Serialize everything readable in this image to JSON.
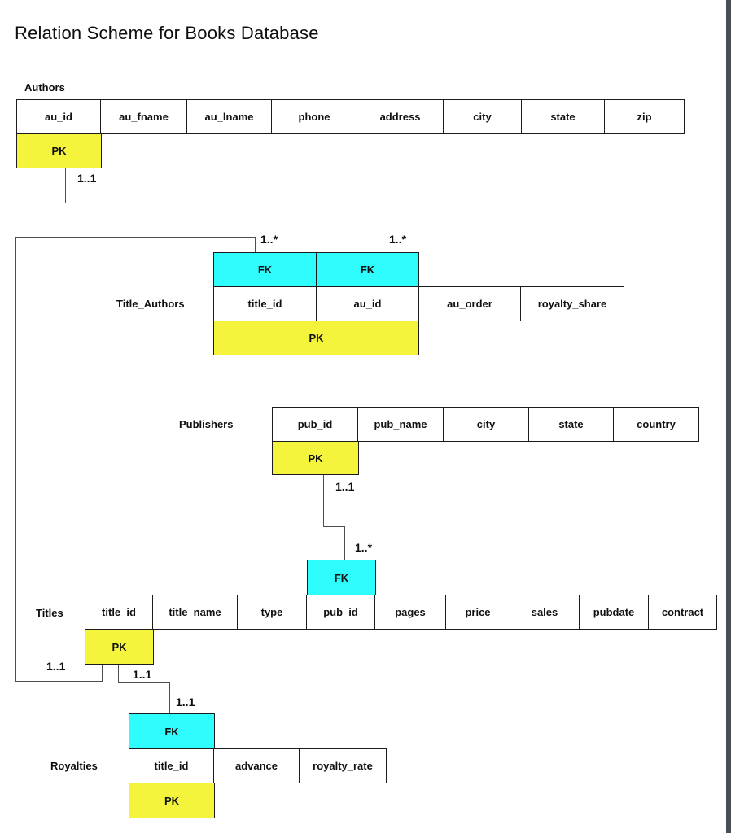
{
  "title": "Relation Scheme for Books Database",
  "key_labels": {
    "pk": "PK",
    "fk": "FK"
  },
  "tables": {
    "authors": {
      "name": "Authors",
      "columns": [
        "au_id",
        "au_fname",
        "au_lname",
        "phone",
        "address",
        "city",
        "state",
        "zip"
      ],
      "pk_column": "au_id"
    },
    "title_authors": {
      "name": "Title_Authors",
      "columns": [
        "title_id",
        "au_id",
        "au_order",
        "royalty_share"
      ],
      "fk_columns": [
        "title_id",
        "au_id"
      ],
      "pk_columns": [
        "title_id",
        "au_id"
      ]
    },
    "publishers": {
      "name": "Publishers",
      "columns": [
        "pub_id",
        "pub_name",
        "city",
        "state",
        "country"
      ],
      "pk_column": "pub_id"
    },
    "titles": {
      "name": "Titles",
      "columns": [
        "title_id",
        "title_name",
        "type",
        "pub_id",
        "pages",
        "price",
        "sales",
        "pubdate",
        "contract"
      ],
      "fk_column": "pub_id",
      "pk_column": "title_id"
    },
    "royalties": {
      "name": "Royalties",
      "columns": [
        "title_id",
        "advance",
        "royalty_rate"
      ],
      "fk_column": "title_id",
      "pk_column": "title_id"
    }
  },
  "relationships": [
    {
      "from": "Authors.au_id",
      "to": "Title_Authors.au_id",
      "from_card": "1..1",
      "to_card": "1..*"
    },
    {
      "from": "Titles.title_id",
      "to": "Title_Authors.title_id",
      "from_card": "1..1",
      "to_card": "1..*"
    },
    {
      "from": "Publishers.pub_id",
      "to": "Titles.pub_id",
      "from_card": "1..1",
      "to_card": "1..*"
    },
    {
      "from": "Titles.title_id",
      "to": "Royalties.title_id",
      "from_card": "1..1",
      "to_card": "1..1"
    }
  ],
  "colors": {
    "pk_fill": "#f4f43c",
    "fk_fill": "#2ffcfc",
    "table_border": "#1c1c1c",
    "connector": "#4e4e4e",
    "edge_strip": "#4a4f54",
    "background": "#ffffff"
  }
}
